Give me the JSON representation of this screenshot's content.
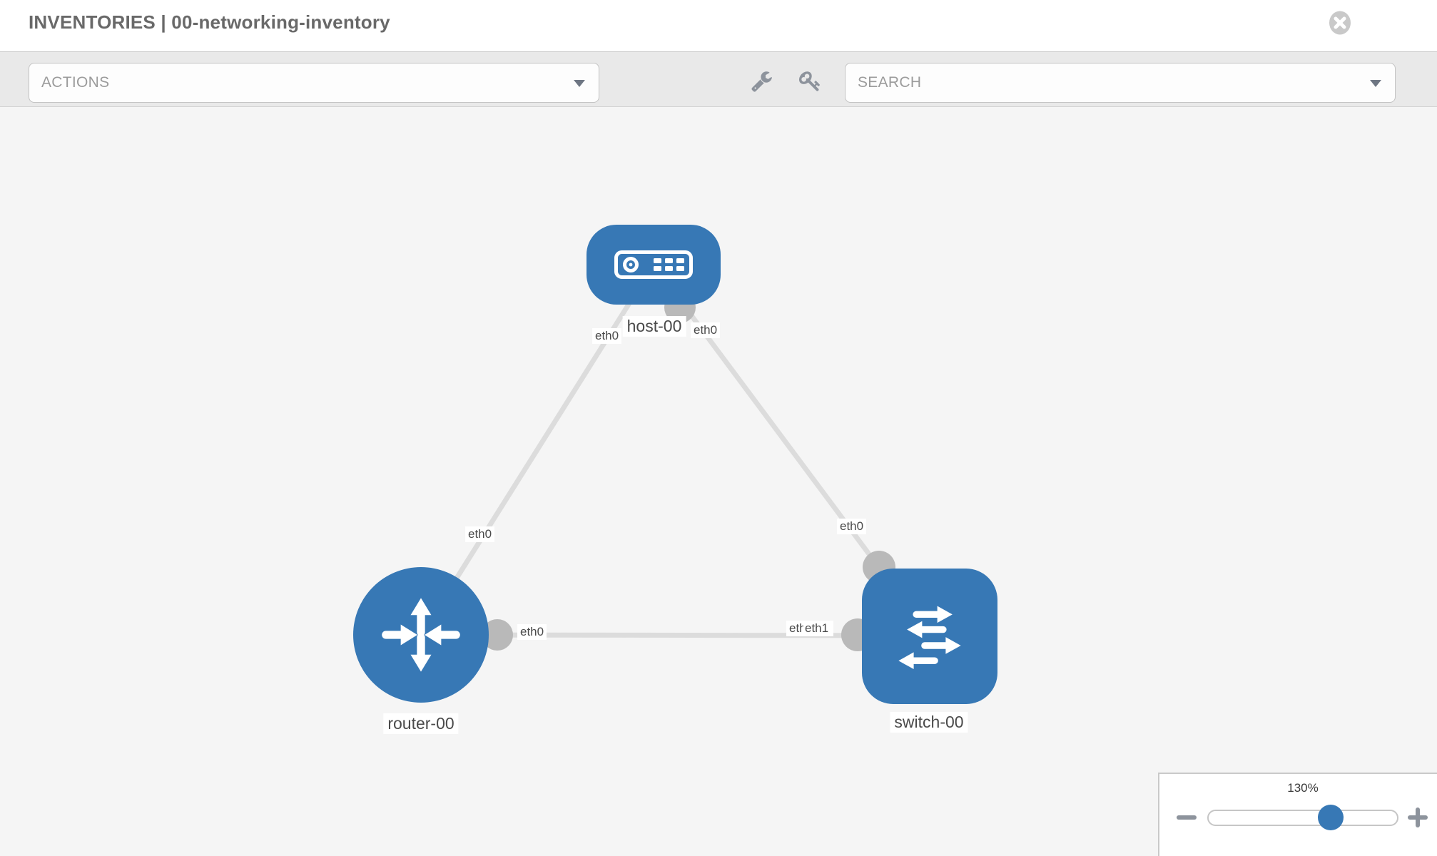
{
  "header": {
    "title": "INVENTORIES | 00-networking-inventory",
    "close_icon": "times-circle-icon"
  },
  "toolbar": {
    "actions_placeholder": "ACTIONS",
    "search_placeholder": "SEARCH",
    "wrench_icon": "wrench-icon",
    "key_icon": "key-icon"
  },
  "diagram": {
    "nodes": [
      {
        "label": "host-00",
        "type": "host"
      },
      {
        "label": "router-00",
        "type": "router"
      },
      {
        "label": "switch-00",
        "type": "switch"
      }
    ],
    "links": [
      {
        "from": "host-00",
        "from_if": "eth0",
        "to": "router-00",
        "to_if": "eth0"
      },
      {
        "from": "host-00",
        "from_if": "eth0",
        "to": "switch-00",
        "to_if": "eth0"
      },
      {
        "from": "router-00",
        "from_if": "eth0",
        "to": "switch-00",
        "to_if": "eth1"
      }
    ],
    "overlap_label_under": "eth1",
    "colors": {
      "node": "#3778b5",
      "link": "#dcdcdc",
      "port": "#b9b9b9"
    }
  },
  "zoom_control": {
    "level": "130%",
    "zoom_out_icon": "minus-icon",
    "zoom_in_icon": "plus-icon"
  }
}
